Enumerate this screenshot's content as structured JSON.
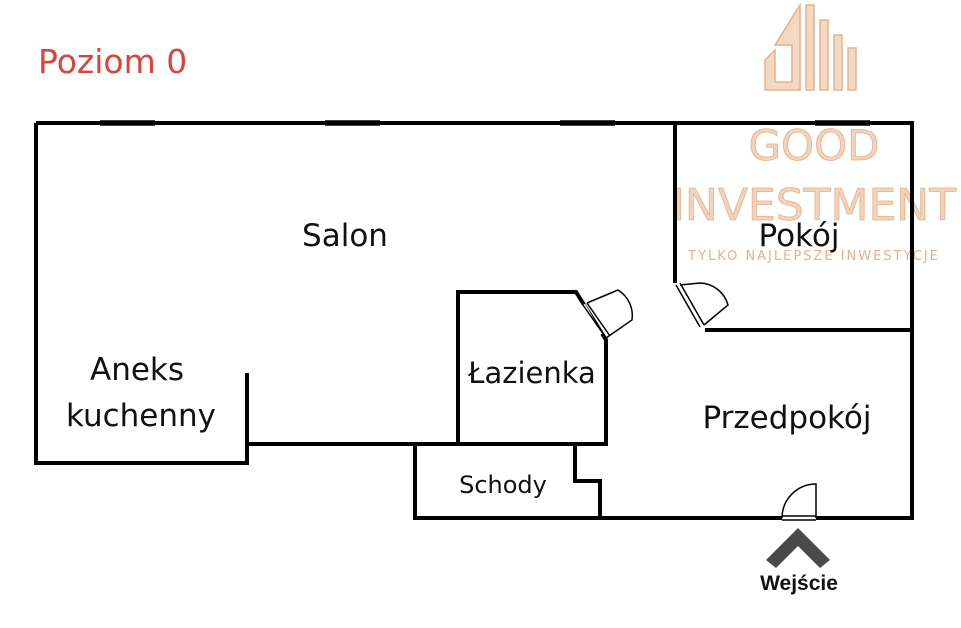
{
  "level": {
    "title": "Poziom 0"
  },
  "logo": {
    "line1": "GOOD",
    "line2": "INVESTMENT",
    "tagline": "TYLKO NAJLEPSZE INWESTYCJE",
    "color": "#e0a57a"
  },
  "rooms": {
    "salon": "Salon",
    "pokoj": "Pokój",
    "aneks_line1": "Aneks",
    "aneks_line2": "kuchenny",
    "lazienka": "Łazienka",
    "przedpokoj": "Przedpokój",
    "schody": "Schody"
  },
  "entrance": {
    "label": "Wejście"
  },
  "colors": {
    "wall": "#000000",
    "title": "#d9443c",
    "arrow": "#4a4a4a"
  }
}
